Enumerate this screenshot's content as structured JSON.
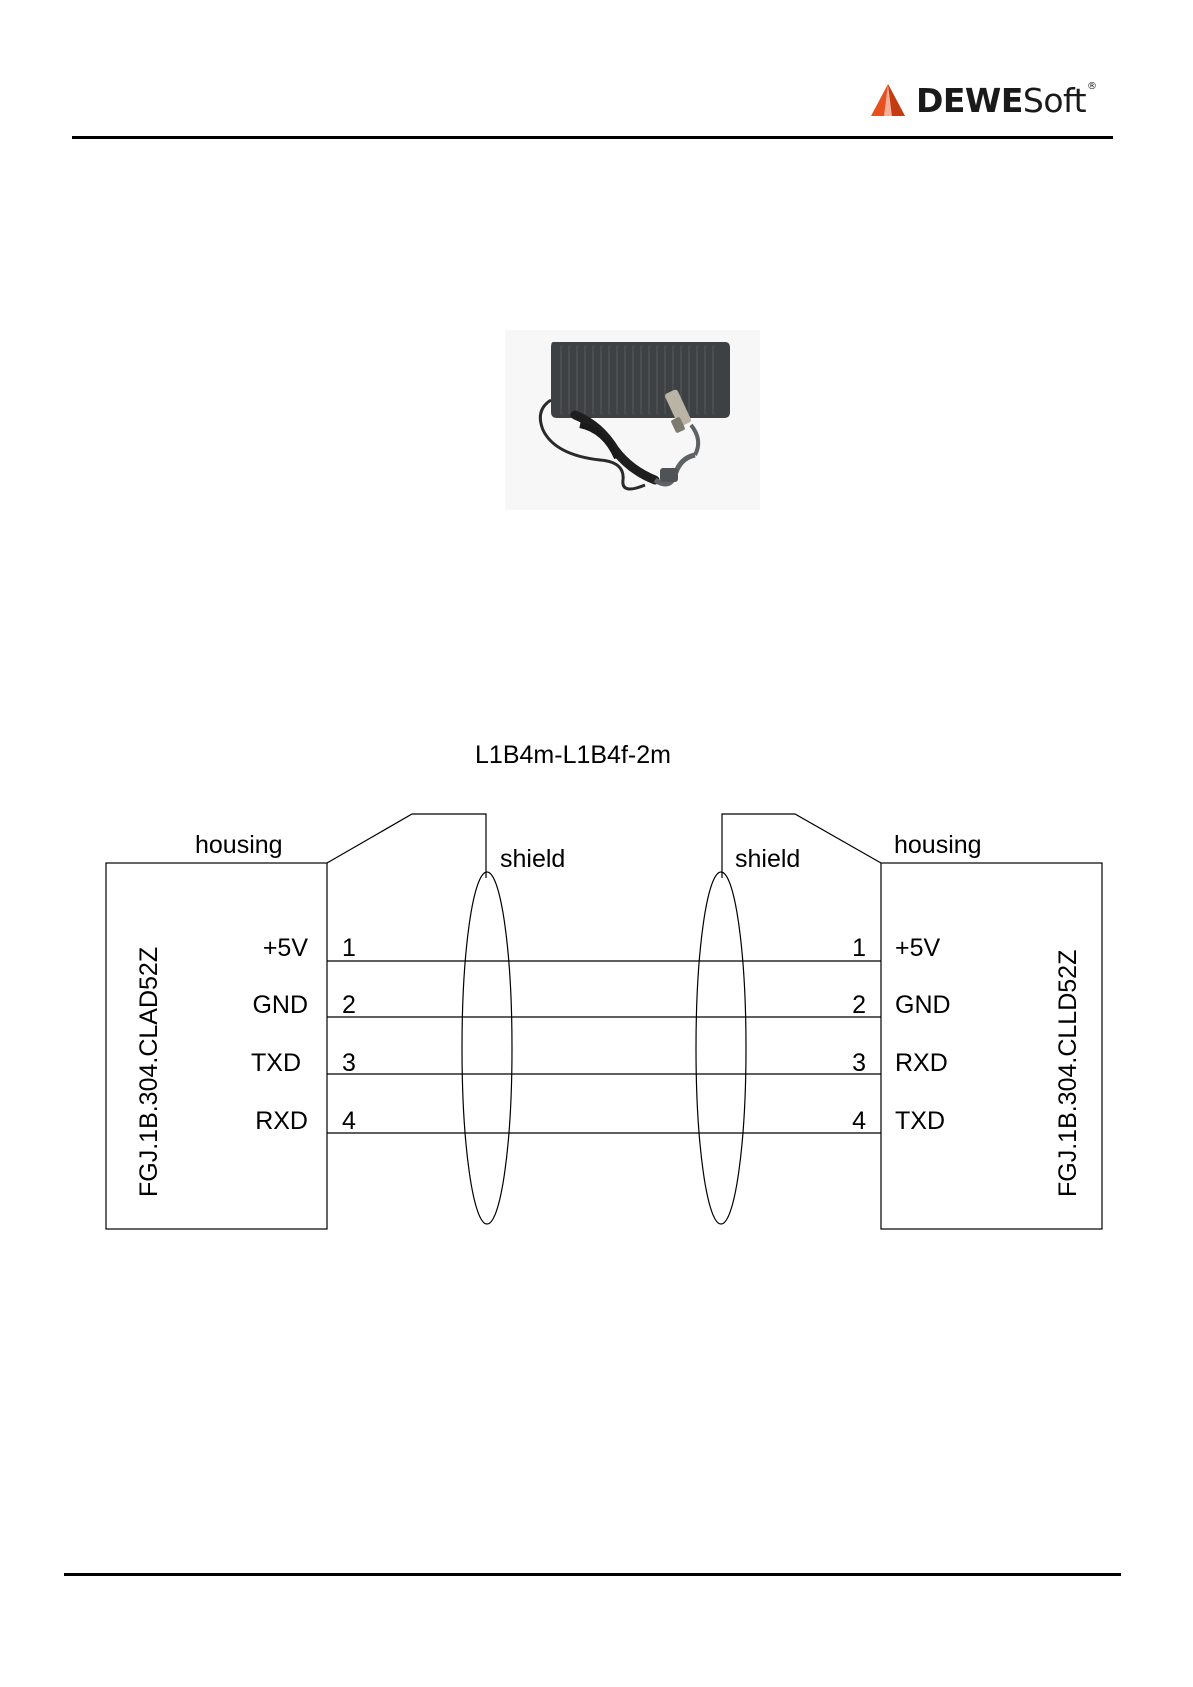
{
  "header": {
    "logo_bold": "DEWE",
    "logo_regular": "Soft",
    "logo_mark": "®",
    "logo_icon": "triangle-logo-icon",
    "accent_color": "#e8501e"
  },
  "photo": {
    "icon": "power-adapter-photo"
  },
  "diagram": {
    "title": "L1B4m-L1B4f-2m",
    "left_connector": {
      "part_number": "FGJ.1B.304.CLAD52Z",
      "housing_label": "housing",
      "shield_label": "shield",
      "pins": [
        {
          "number": "1",
          "signal": "+5V"
        },
        {
          "number": "2",
          "signal": "GND"
        },
        {
          "number": "3",
          "signal": "TXD"
        },
        {
          "number": "4",
          "signal": "RXD"
        }
      ]
    },
    "right_connector": {
      "part_number": "FGJ.1B.304.CLLD52Z",
      "housing_label": "housing",
      "shield_label": "shield",
      "pins": [
        {
          "number": "1",
          "signal": "+5V"
        },
        {
          "number": "2",
          "signal": "GND"
        },
        {
          "number": "3",
          "signal": "RXD"
        },
        {
          "number": "4",
          "signal": "TXD"
        }
      ]
    }
  }
}
